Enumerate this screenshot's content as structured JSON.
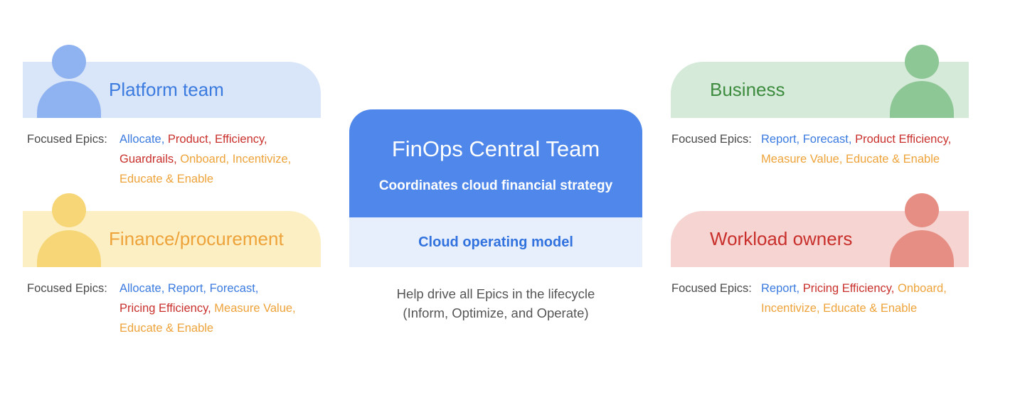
{
  "epics_label": "Focused Epics:",
  "colors": {
    "blue": "#3b7be0",
    "red": "#c9302c",
    "orange": "#eea33a"
  },
  "teams": [
    {
      "title": "Platform team",
      "banner_color": "#d9e5f8",
      "avatar_color": "#8fb2f0",
      "title_color": "#3b7be0",
      "avatar_icon": "person-icon",
      "epics": [
        {
          "text": "Allocate,",
          "color": "blue"
        },
        {
          "text": "Product,",
          "color": "red"
        },
        {
          "text": "Efficiency,",
          "color": "red"
        },
        {
          "text": "Guardrails,",
          "color": "red"
        },
        {
          "text": "Onboard,",
          "color": "orange"
        },
        {
          "text": "Incentivize,",
          "color": "orange"
        },
        {
          "text": "Educate & Enable",
          "color": "orange"
        }
      ]
    },
    {
      "title": "Finance/procurement",
      "banner_color": "#fcefc4",
      "avatar_color": "#f6d677",
      "title_color": "#eea33a",
      "avatar_icon": "person-icon",
      "epics": [
        {
          "text": "Allocate,",
          "color": "blue"
        },
        {
          "text": "Report,",
          "color": "blue"
        },
        {
          "text": "Forecast,",
          "color": "blue"
        },
        {
          "text": "Pricing Efficiency,",
          "color": "red"
        },
        {
          "text": "Measure Value,",
          "color": "orange"
        },
        {
          "text": "Educate & Enable",
          "color": "orange"
        }
      ]
    },
    {
      "title": "Business",
      "banner_color": "#d5ead8",
      "avatar_color": "#8ec796",
      "title_color": "#3d8c3f",
      "avatar_icon": "person-icon",
      "epics": [
        {
          "text": "Report,",
          "color": "blue"
        },
        {
          "text": "Forecast,",
          "color": "blue"
        },
        {
          "text": "Product Efficiency,",
          "color": "red"
        },
        {
          "text": "Measure Value,",
          "color": "orange"
        },
        {
          "text": "Educate & Enable",
          "color": "orange"
        }
      ]
    },
    {
      "title": "Workload owners",
      "banner_color": "#f5d4d1",
      "avatar_color": "#e68e84",
      "title_color": "#c9302c",
      "avatar_icon": "person-icon",
      "epics": [
        {
          "text": "Report,",
          "color": "blue"
        },
        {
          "text": "Pricing Efficiency,",
          "color": "red"
        },
        {
          "text": "Onboard,",
          "color": "orange"
        },
        {
          "text": "Incentivize,",
          "color": "orange"
        },
        {
          "text": "Educate & Enable",
          "color": "orange"
        }
      ]
    }
  ],
  "central": {
    "title": "FinOps Central Team",
    "subtitle": "Coordinates cloud financial strategy",
    "model": "Cloud operating model",
    "note_line1": "Help drive all Epics in the lifecycle",
    "note_line2": "(Inform, Optimize, and Operate)"
  }
}
